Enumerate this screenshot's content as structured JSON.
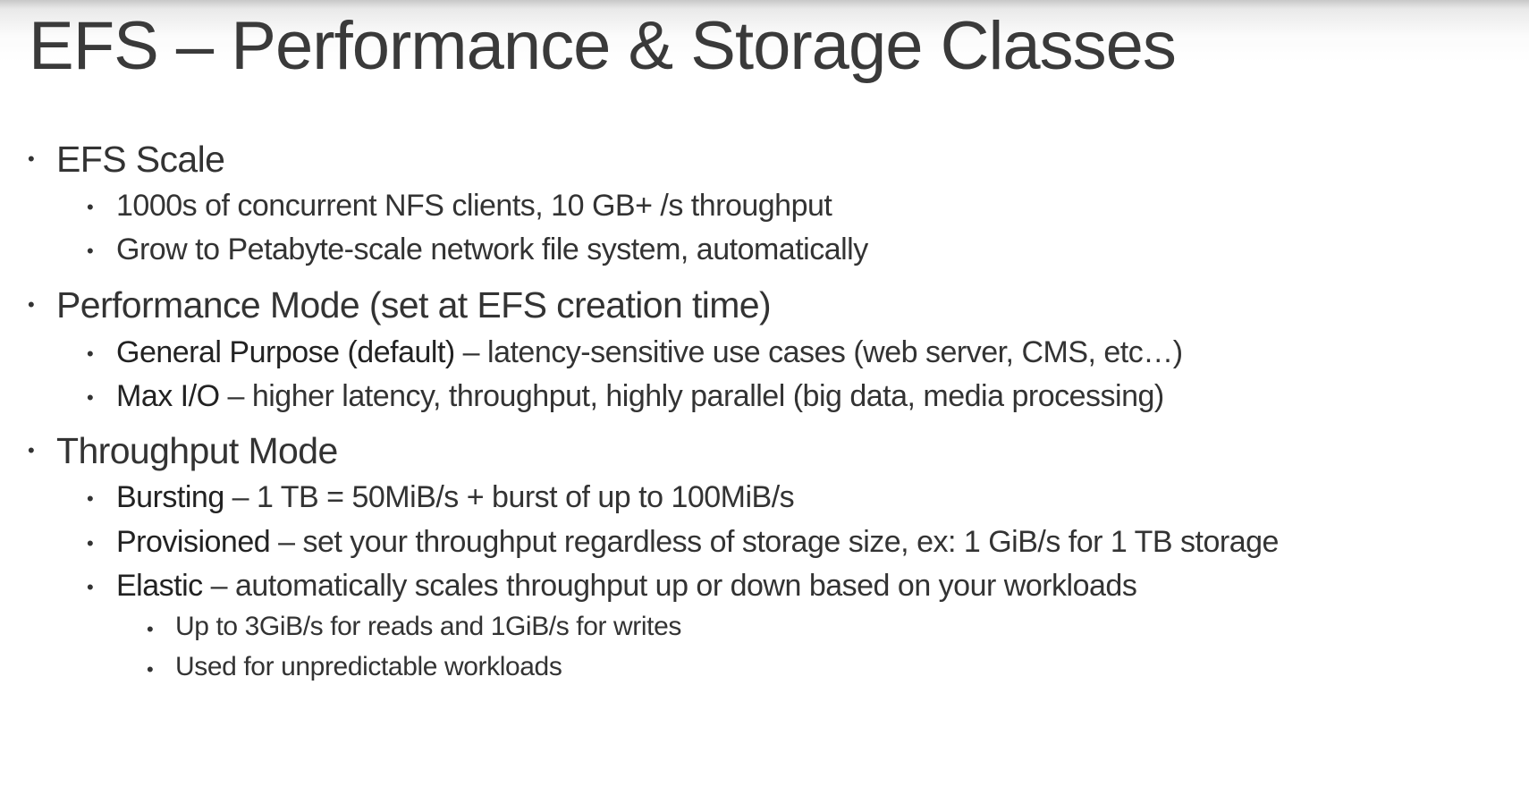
{
  "title": "EFS – Performance & Storage Classes",
  "sections": [
    {
      "heading": "EFS Scale",
      "items": [
        {
          "text": "1000s of concurrent NFS clients, 10 GB+ /s throughput"
        },
        {
          "text": "Grow to Petabyte-scale network file system, automatically"
        }
      ]
    },
    {
      "heading": "Performance Mode (set at EFS creation time)",
      "items": [
        {
          "term": "General Purpose (default)",
          "text": " – latency-sensitive use cases (web server, CMS, etc…)"
        },
        {
          "term": "Max I/O",
          "text": " – higher latency, throughput, highly parallel (big data, media processing)"
        }
      ]
    },
    {
      "heading": "Throughput Mode",
      "items": [
        {
          "term": "Bursting",
          "text": " – 1 TB = 50MiB/s + burst of up to 100MiB/s"
        },
        {
          "term": "Provisioned",
          "text": " – set your throughput regardless of storage size, ex: 1 GiB/s for 1 TB storage"
        },
        {
          "term": "Elastic",
          "text": " – automatically scales throughput up or down based on your workloads",
          "subitems": [
            {
              "text": "Up to 3GiB/s for reads and 1GiB/s for writes"
            },
            {
              "text": "Used for unpredictable workloads"
            }
          ]
        }
      ]
    }
  ]
}
